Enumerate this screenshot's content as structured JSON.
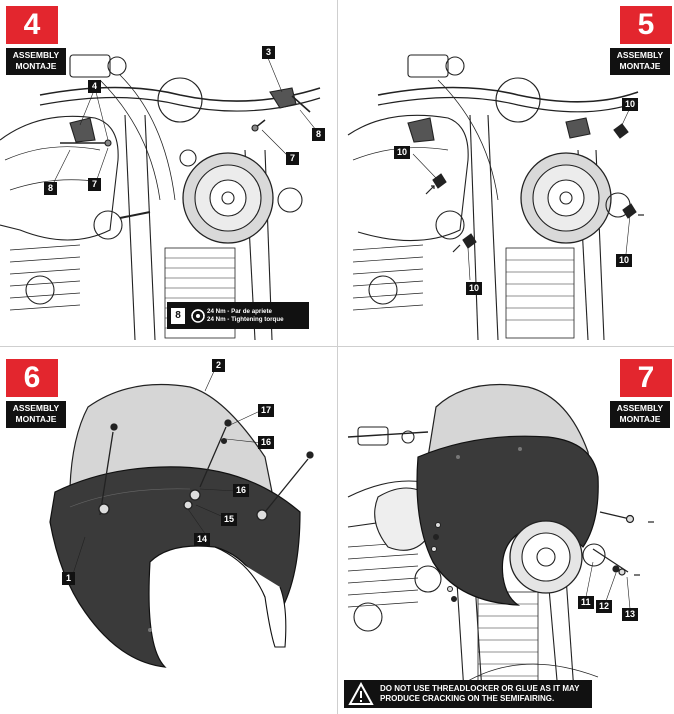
{
  "panels": [
    {
      "step": "4",
      "tag": [
        "ASSEMBLY",
        "MONTAJE"
      ],
      "callouts": [
        "3",
        "4",
        "7",
        "7",
        "8",
        "8"
      ],
      "torque": {
        "num": "8",
        "line1": "24 Nm - Par de apriete",
        "line2": "24 Nm - Tightening torque"
      }
    },
    {
      "step": "5",
      "tag": [
        "ASSEMBLY",
        "MONTAJE"
      ],
      "callouts": [
        "10",
        "10",
        "10",
        "10"
      ]
    },
    {
      "step": "6",
      "tag": [
        "ASSEMBLY",
        "MONTAJE"
      ],
      "callouts": [
        "2",
        "17",
        "16",
        "16",
        "15",
        "14",
        "1"
      ]
    },
    {
      "step": "7",
      "tag": [
        "ASSEMBLY",
        "MONTAJE"
      ],
      "callouts": [
        "11",
        "12",
        "13"
      ],
      "warning": [
        "DO NOT USE THREADLOCKER OR GLUE AS IT MAY",
        "PRODUCE CRACKING ON THE SEMIFAIRING."
      ]
    }
  ]
}
